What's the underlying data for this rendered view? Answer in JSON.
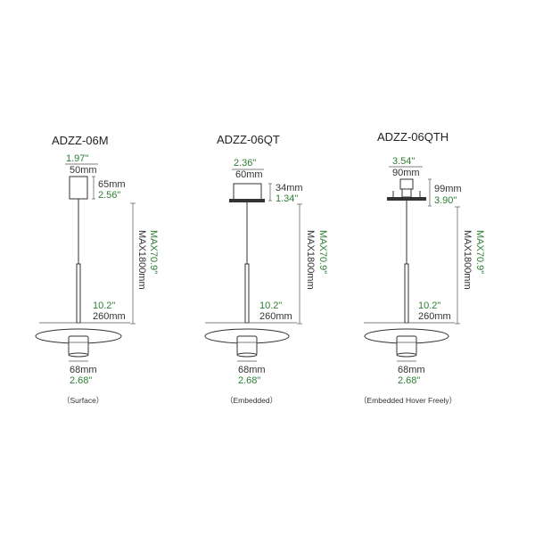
{
  "colors": {
    "dark": "#333333",
    "green": "#2e7d32"
  },
  "models": [
    {
      "name": "ADZZ-06M",
      "top_inch": "1.97\"",
      "top_mm": "50mm",
      "height_mm": "65mm",
      "height_inch": "2.56\"",
      "cord_inch": "MAX70.9\"",
      "cord_mm": "MAX1800mm",
      "disc_inch": "10.2\"",
      "disc_mm": "260mm",
      "base_mm": "68mm",
      "base_inch": "2.68\"",
      "caption": "（Surface）"
    },
    {
      "name": "ADZZ-06QT",
      "top_inch": "2.36\"",
      "top_mm": "60mm",
      "height_mm": "34mm",
      "height_inch": "1.34\"",
      "cord_inch": "MAX70.9\"",
      "cord_mm": "MAX1800mm",
      "disc_inch": "10.2\"",
      "disc_mm": "260mm",
      "base_mm": "68mm",
      "base_inch": "2.68\"",
      "caption": "（Embedded）"
    },
    {
      "name": "ADZZ-06QTH",
      "top_inch": "3.54\"",
      "top_mm": "90mm",
      "height_mm": "99mm",
      "height_inch": "3.90\"",
      "cord_inch": "MAX70.9\"",
      "cord_mm": "MAX1800mm",
      "disc_inch": "10.2\"",
      "disc_mm": "260mm",
      "base_mm": "68mm",
      "base_inch": "2.68\"",
      "caption": "（Embedded Hover Freely）"
    }
  ]
}
